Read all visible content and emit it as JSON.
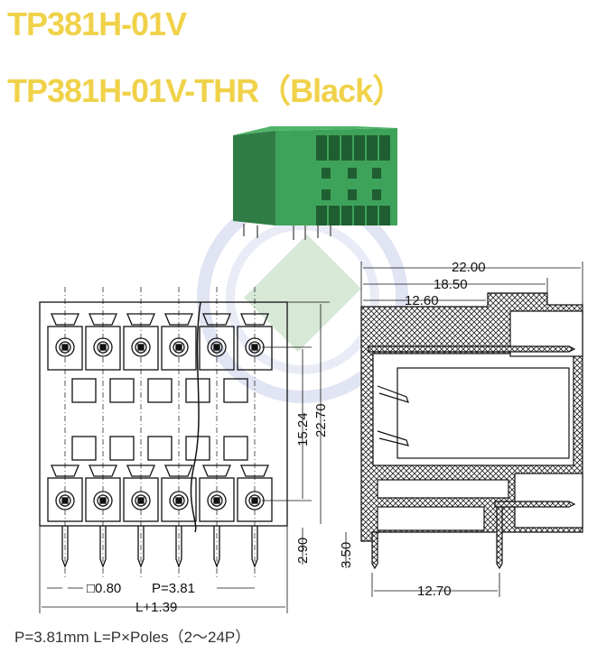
{
  "header": {
    "title_line1": "TP381H-01V",
    "title_line2": "TP381H-01V-THR（Black）",
    "title_color": "#f0d24a"
  },
  "product_photo": {
    "description": "green pluggable terminal block connector, 2 rows x 6 poles",
    "body_color": "#3c9a55"
  },
  "front_view": {
    "poles_shown": 6,
    "rows": 2,
    "dimensions": {
      "pin_size": "□0.80",
      "pitch": "P=3.81",
      "overall_length": "L+1.39",
      "row_spacing": "15.24",
      "height": "22.70",
      "pin_length": "2.90"
    }
  },
  "side_view": {
    "dimensions": {
      "depth_total": "22.00",
      "depth_mid": "18.50",
      "depth_step": "12.60",
      "pin_length": "3.50",
      "pin_spacing": "12.70"
    }
  },
  "footer": {
    "note": "P=3.81mm  L=P×Poles（2～24P）"
  }
}
